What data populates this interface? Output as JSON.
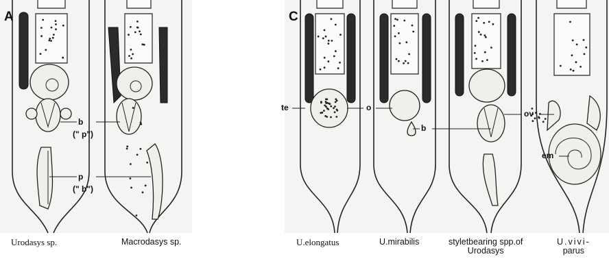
{
  "panels": {
    "a": {
      "letter": "A"
    },
    "c": {
      "letter": "C"
    }
  },
  "labels": {
    "b_a": "b",
    "p_quote": "(\" p\")",
    "p_a": "p",
    "b_quote": "(\" b\")",
    "te": "te",
    "o": "o",
    "b_c": "b",
    "ov": "ov",
    "em": "em"
  },
  "captions": {
    "urodasys": "Urodasys sp.",
    "macrodasys": "Macrodasys sp.",
    "elongatus": "U.elongatus",
    "mirabilis": "U.mirabilis",
    "stylet_line1": "styletbearing spp.of",
    "stylet_line2": "Urodasys",
    "viviparus_line1": "U.vivi-",
    "viviparus_line2": "parus"
  }
}
